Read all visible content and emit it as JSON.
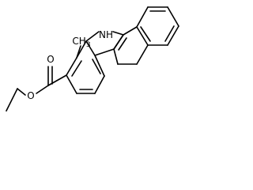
{
  "molecule": {
    "atoms": {
      "nh": {
        "text": "NH",
        "color": "#000000"
      },
      "methyl": {
        "text": "CH3",
        "color": "#000000"
      },
      "carbonyl_o": {
        "text": "O",
        "color": "#000000"
      },
      "ester_o": {
        "text": "O",
        "color": "#000000"
      }
    },
    "bond_color": "#000000",
    "background": "#ffffff"
  }
}
